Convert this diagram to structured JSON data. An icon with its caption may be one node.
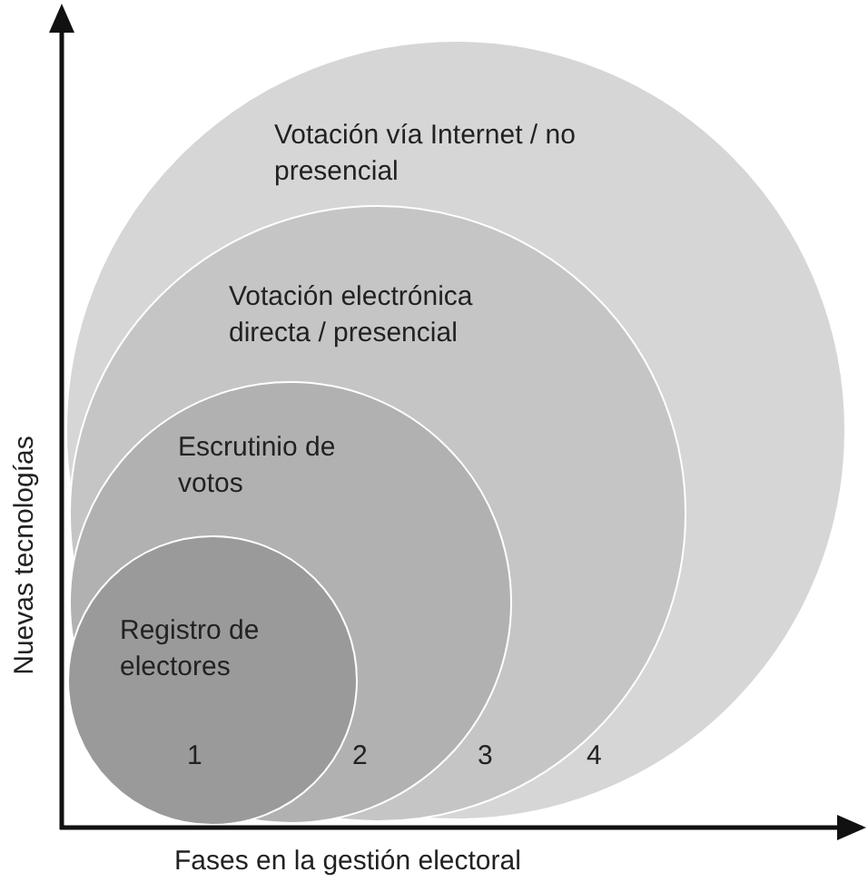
{
  "diagram": {
    "nodes": [
      {
        "text": [
          "Votación vía Internet / no presencial"
        ]
      },
      {
        "text": [
          "Votación electrónica directa / presencial"
        ],
        "in": 0
      },
      {
        "text": [
          "Escrutinio de votos"
        ],
        "in": 1
      },
      {
        "text": [
          "Registro de electores"
        ],
        "in": 2
      }
    ],
    "labels": [
      "Nuevas tecnologías",
      "1",
      "2",
      "3",
      "4",
      "Fases en la gestión electoral"
    ]
  }
}
